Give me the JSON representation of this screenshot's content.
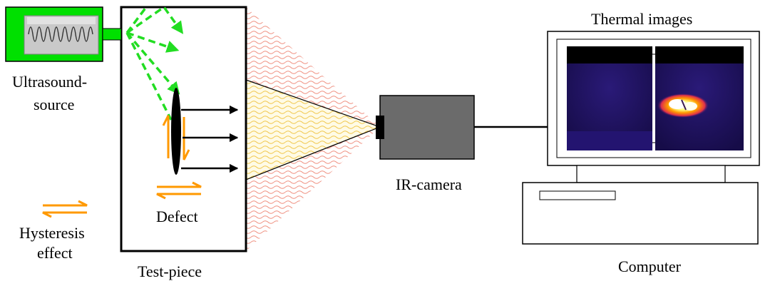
{
  "labels": {
    "source_line1": "Ultrasound-",
    "source_line2": "source",
    "hysteresis_line1": "Hysteresis",
    "hysteresis_line2": "effect",
    "test_piece": "Test-piece",
    "defect": "Defect",
    "ir_camera": "IR-camera",
    "thermal_images": "Thermal images",
    "computer": "Computer"
  },
  "icons": {
    "source": "ultrasound-source-icon",
    "camera": "ir-camera-icon",
    "computer": "computer-icon",
    "hysteresis": "hysteresis-icon"
  },
  "colors": {
    "source_green": "#00e000",
    "wave_arrows": "#22dd22",
    "hysteresis_orange": "#ff9900",
    "heat_cone_red": "#f29a8a",
    "heat_cone_yellow": "#f2d24a",
    "camera_gray": "#6b6b6b",
    "thermal_bg": "#20135e",
    "hotspot": "#ffffff"
  }
}
